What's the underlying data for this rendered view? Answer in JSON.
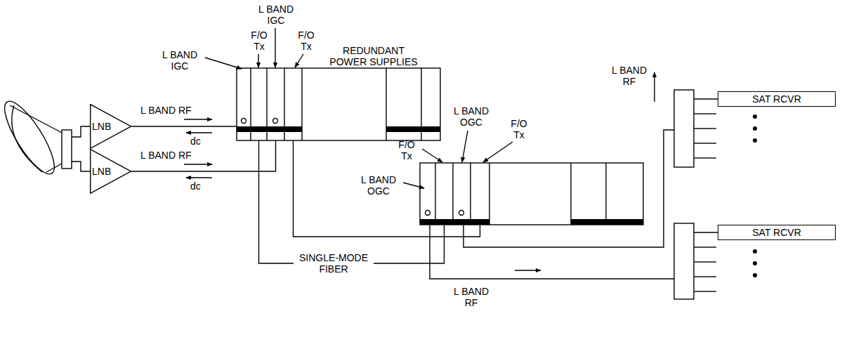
{
  "diagram": {
    "nodes": [
      {
        "text": [
          "LNB"
        ]
      },
      {
        "text": [
          "LNB"
        ]
      },
      {
        "text": [
          "L BAND IGC"
        ]
      },
      {
        "text": [
          "F/O Tx"
        ]
      },
      {
        "text": [
          "L BAND IGC"
        ]
      },
      {
        "text": [
          "F/O Tx"
        ]
      },
      {
        "text": [
          "L BAND OGC"
        ]
      },
      {
        "text": [
          "F/O Tx"
        ]
      },
      {
        "text": [
          "L BAND OGC"
        ]
      },
      {
        "text": [
          "F/O Tx"
        ]
      },
      {
        "text": [
          "SAT RCVR"
        ]
      },
      {
        "text": [
          "SAT RCVR"
        ]
      }
    ],
    "edges": [
      {
        "from": 0,
        "to": 2,
        "arrow": "none",
        "label": "L BAND RF"
      },
      {
        "from": 1,
        "to": 4,
        "arrow": "none",
        "label": "L BAND RF"
      },
      {
        "from": 3,
        "to": 7,
        "arrow": "none",
        "label": "SINGLE-MODE FIBER"
      },
      {
        "from": 5,
        "to": 9,
        "arrow": "none"
      }
    ],
    "labels": [
      "dc",
      "dc",
      "REDUNDANT POWER SUPPLIES",
      "L BAND RF",
      "L BAND RF"
    ]
  }
}
